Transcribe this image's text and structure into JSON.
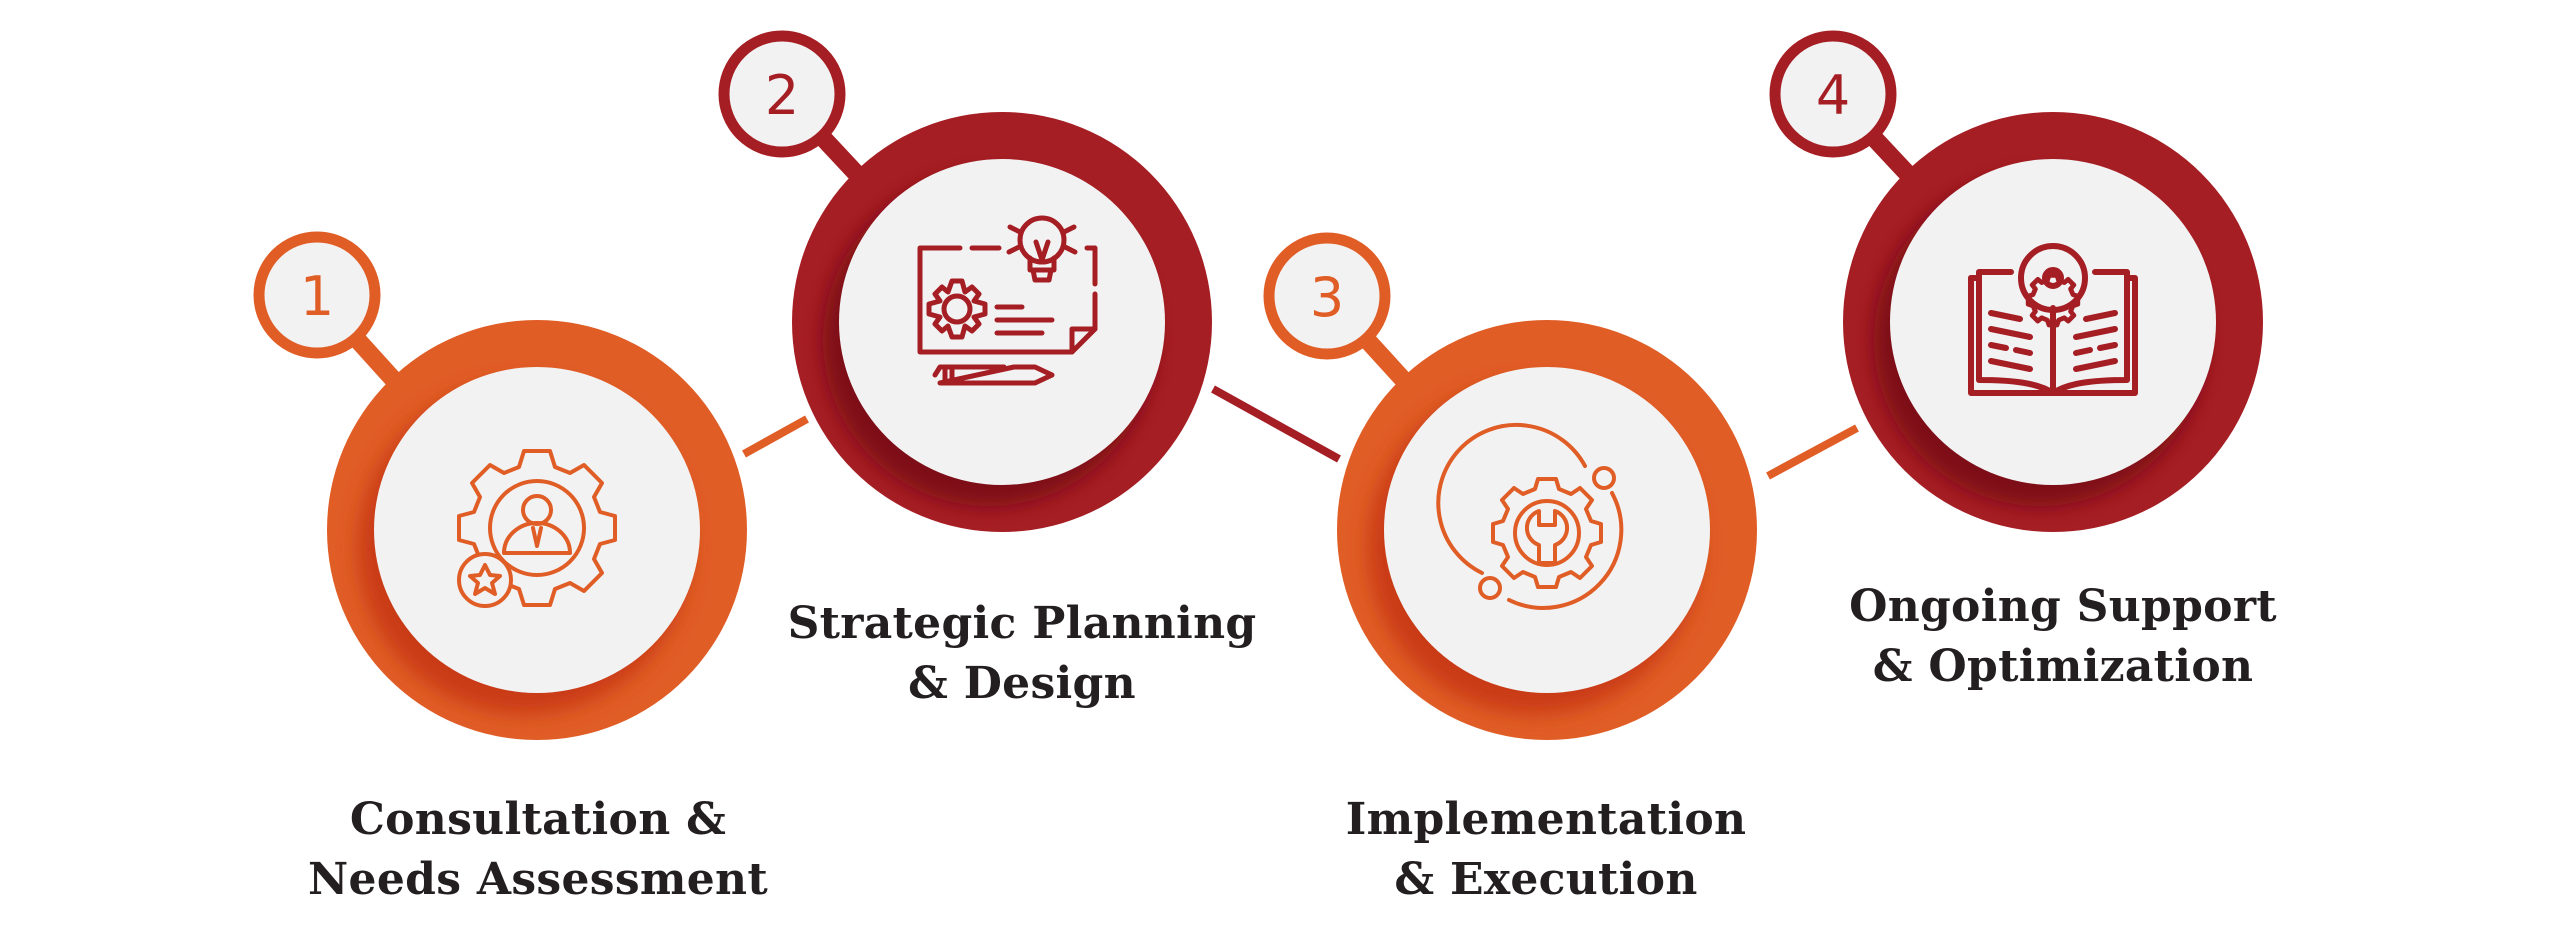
{
  "colors": {
    "orange": "#e05d26",
    "orange_shadow": "#c93a12",
    "red": "#a51e24",
    "red_shadow": "#7d0f13",
    "inner_fill": "#f2f2f2",
    "text": "#231f20"
  },
  "steps": [
    {
      "number": "1",
      "title_line1": "Consultation &",
      "title_line2": "Needs Assessment",
      "icon": "gear-person-star-icon",
      "color": "orange"
    },
    {
      "number": "2",
      "title_line1": "Strategic Planning",
      "title_line2": "& Design",
      "icon": "blueprint-lightbulb-icon",
      "color": "red"
    },
    {
      "number": "3",
      "title_line1": "Implementation",
      "title_line2": "& Execution",
      "icon": "gear-wrench-orbit-icon",
      "color": "orange"
    },
    {
      "number": "4",
      "title_line1": "Ongoing Support",
      "title_line2": "& Optimization",
      "icon": "book-gear-icon",
      "color": "red"
    }
  ]
}
